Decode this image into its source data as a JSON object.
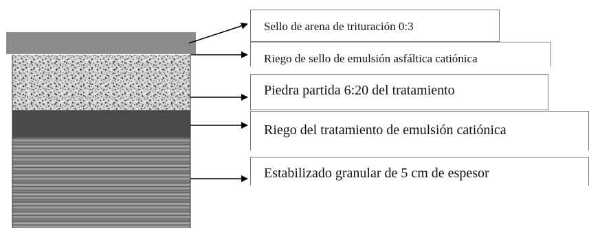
{
  "layers": [
    {
      "id": "sello_arena",
      "label": "Sello de arena de trituración 0:3",
      "color": "#8c8c8c"
    },
    {
      "id": "riego_sello",
      "label": "Riego de sello de emulsión asfáltica catiónica"
    },
    {
      "id": "piedra_partida",
      "label": "Piedra partida 6:20 del tratamiento",
      "color": "#d9d9d9"
    },
    {
      "id": "riego_tratamiento",
      "label": "Riego del tratamiento de emulsión catiónica",
      "color": "#4a4a4a"
    },
    {
      "id": "estabilizado",
      "label": "Estabilizado granular de 5 cm de espesor",
      "color": "#8a8a8a"
    }
  ]
}
